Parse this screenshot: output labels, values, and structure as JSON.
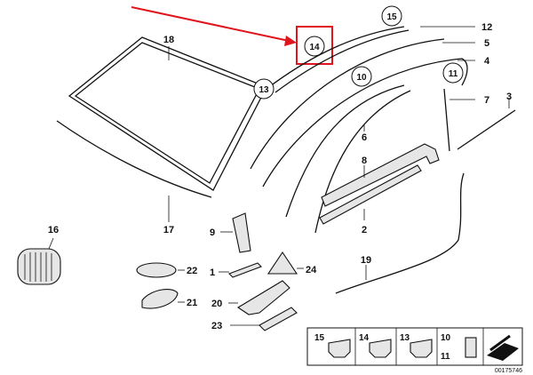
{
  "diagram": {
    "labels": {
      "l1": "1",
      "l2": "2",
      "l3": "3",
      "l4": "4",
      "l5": "5",
      "l6": "6",
      "l7": "7",
      "l8": "8",
      "l9": "9",
      "l10": "10",
      "l11": "11",
      "l12": "12",
      "l13": "13",
      "l14": "14",
      "l15": "15",
      "l16": "16",
      "l17": "17",
      "l18": "18",
      "l19": "19",
      "l20": "20",
      "l21": "21",
      "l22": "22",
      "l23": "23",
      "l24": "24"
    },
    "legend": {
      "k15": "15",
      "k14": "14",
      "k13": "13",
      "k10": "10",
      "k11": "11"
    },
    "reference_number": "00175746",
    "highlight_color": "#e0141c",
    "line_color": "#111111"
  }
}
